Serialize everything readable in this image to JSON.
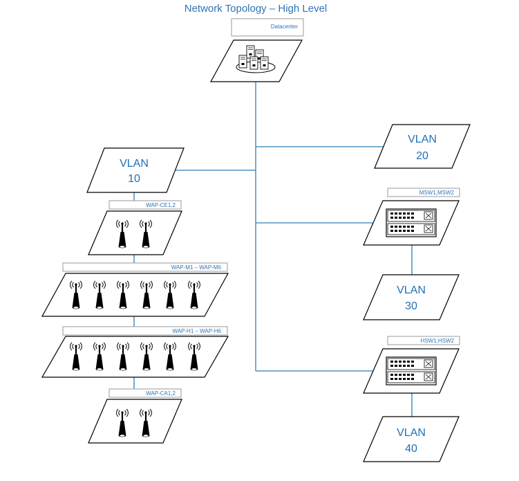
{
  "title": "Network Topology – High Level",
  "datacenter": {
    "label": "Datacenter",
    "icon": "server-cluster-icon"
  },
  "vlans": {
    "vlan10": {
      "line1": "VLAN",
      "line2": "10"
    },
    "vlan20": {
      "line1": "VLAN",
      "line2": "20"
    },
    "vlan30": {
      "line1": "VLAN",
      "line2": "30"
    },
    "vlan40": {
      "line1": "VLAN",
      "line2": "40"
    }
  },
  "switch_groups": {
    "msw": {
      "label": "MSW1,MSW2",
      "icon": "network-switch-icon",
      "count": 2
    },
    "hsw": {
      "label": "HSW1,HSW2",
      "icon": "network-switch-icon",
      "count": 2
    }
  },
  "wap_groups": {
    "ce": {
      "label": "WAP-CE1,2",
      "count": 2,
      "icon": "wireless-access-point-icon"
    },
    "m": {
      "label": "WAP-M1 – WAP-M6",
      "count": 6,
      "icon": "wireless-access-point-icon"
    },
    "h": {
      "label": "WAP-H1 – WAP-H6",
      "count": 6,
      "icon": "wireless-access-point-icon"
    },
    "ca": {
      "label": "WAP-CA1,2",
      "count": 2,
      "icon": "wireless-access-point-icon"
    }
  },
  "colors": {
    "connector": "#2e7db3",
    "text": "#2e74b5",
    "outline": "#000000"
  }
}
